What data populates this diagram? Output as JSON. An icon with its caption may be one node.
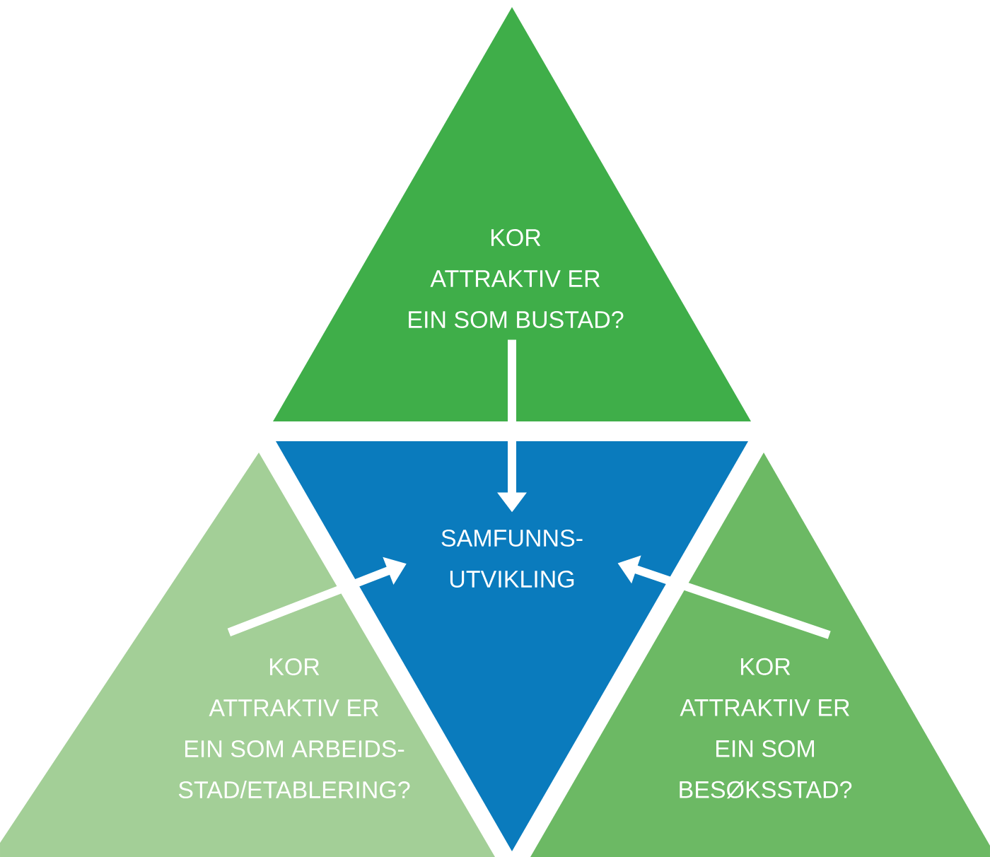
{
  "diagram": {
    "nodes": [
      {
        "text": [
          "KOR ATTRAKTIV ER EIN SOM BUSTAD?"
        ]
      },
      {
        "text": [
          "SAMFUNNS- UTVIKLING"
        ]
      },
      {
        "text": [
          "KOR ATTRAKTIV ER EIN SOM ARBEIDS- STAD/ETABLERING?"
        ]
      },
      {
        "text": [
          "KOR ATTRAKTIV ER EIN SOM BESØKSSTAD?"
        ]
      }
    ],
    "edges": [
      {
        "from": 0,
        "to": 1,
        "arrow": "to"
      },
      {
        "from": 2,
        "to": 1,
        "arrow": "to"
      },
      {
        "from": 3,
        "to": 1,
        "arrow": "to"
      }
    ]
  }
}
